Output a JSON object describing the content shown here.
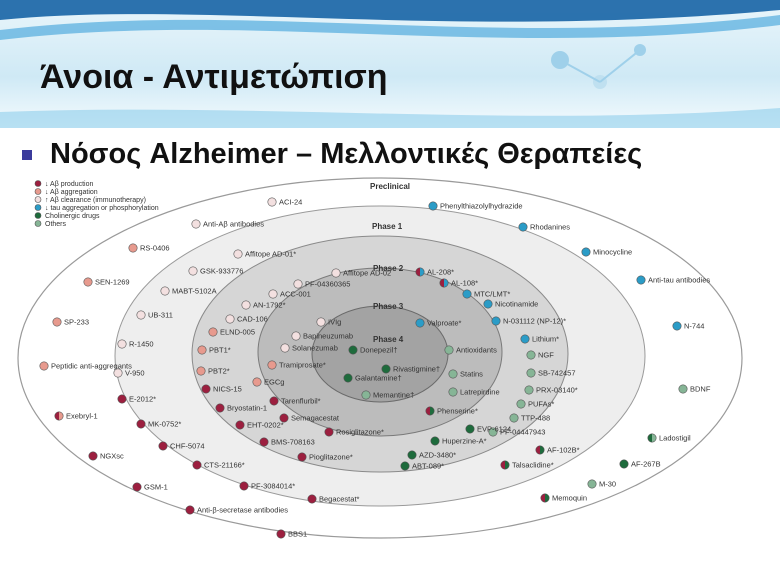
{
  "slide": {
    "title": "Άνοια - Αντιμετώπιση",
    "subtitle": "Νόσος Alzheimer – Μελλοντικές Θεραπείες"
  },
  "colors": {
    "abeta_production": "#9c1f3f",
    "abeta_aggregation": "#e79a8e",
    "abeta_clearance": "#f3e0e0",
    "tau": "#2b9cc7",
    "cholinergic": "#1e6b3c",
    "others": "#86b596"
  },
  "legend": [
    {
      "label": "↓ Aβ production",
      "cat": "abeta_production"
    },
    {
      "label": "↓ Aβ aggregation",
      "cat": "abeta_aggregation"
    },
    {
      "label": "↑ Aβ clearance (immunotherapy)",
      "cat": "abeta_clearance"
    },
    {
      "label": "↓ tau aggregation or phosphorylation",
      "cat": "tau"
    },
    {
      "label": "Cholinergic drugs",
      "cat": "cholinergic"
    },
    {
      "label": "Others",
      "cat": "others"
    }
  ],
  "phases": [
    "Preclinical",
    "Phase 1",
    "Phase 2",
    "Phase 3",
    "Phase 4"
  ],
  "drugs": [
    {
      "label": "ACI-24",
      "ring": "Preclinical",
      "cat": "abeta_clearance"
    },
    {
      "label": "Anti-Aβ antibodies",
      "ring": "Preclinical",
      "cat": "abeta_clearance"
    },
    {
      "label": "RS-0406",
      "ring": "Preclinical",
      "cat": "abeta_aggregation"
    },
    {
      "label": "SEN-1269",
      "ring": "Preclinical",
      "cat": "abeta_aggregation"
    },
    {
      "label": "SP-233",
      "ring": "Preclinical",
      "cat": "abeta_aggregation"
    },
    {
      "label": "Peptidic anti-aggregants",
      "ring": "Preclinical",
      "cat": "abeta_aggregation"
    },
    {
      "label": "Exebryl-1",
      "ring": "Preclinical",
      "cat": "abeta_production",
      "cat2": "abeta_aggregation"
    },
    {
      "label": "NGXsc",
      "ring": "Preclinical",
      "cat": "abeta_production"
    },
    {
      "label": "GSM-1",
      "ring": "Preclinical",
      "cat": "abeta_production"
    },
    {
      "label": "Anti-β-secretase antibodies",
      "ring": "Preclinical",
      "cat": "abeta_production"
    },
    {
      "label": "BBS1",
      "ring": "Preclinical",
      "cat": "abeta_production"
    },
    {
      "label": "Phenylthiazolylhydrazide",
      "ring": "Preclinical",
      "cat": "tau"
    },
    {
      "label": "Rhodanines",
      "ring": "Preclinical",
      "cat": "tau"
    },
    {
      "label": "Minocycline",
      "ring": "Preclinical",
      "cat": "tau"
    },
    {
      "label": "Anti-tau antibodies",
      "ring": "Preclinical",
      "cat": "tau"
    },
    {
      "label": "N-744",
      "ring": "Preclinical",
      "cat": "tau"
    },
    {
      "label": "BDNF",
      "ring": "Preclinical",
      "cat": "others"
    },
    {
      "label": "Ladostigil",
      "ring": "Preclinical",
      "cat": "cholinergic",
      "cat2": "others"
    },
    {
      "label": "AF-267B",
      "ring": "Preclinical",
      "cat": "cholinergic"
    },
    {
      "label": "M-30",
      "ring": "Preclinical",
      "cat": "others"
    },
    {
      "label": "Memoquin",
      "ring": "Preclinical",
      "cat": "abeta_production",
      "cat2": "cholinergic"
    },
    {
      "label": "Affitope AD-01*",
      "ring": "Phase 1",
      "cat": "abeta_clearance"
    },
    {
      "label": "GSK-933776",
      "ring": "Phase 1",
      "cat": "abeta_clearance"
    },
    {
      "label": "MABT-5102A",
      "ring": "Phase 1",
      "cat": "abeta_clearance"
    },
    {
      "label": "UB-311",
      "ring": "Phase 1",
      "cat": "abeta_clearance"
    },
    {
      "label": "R-1450",
      "ring": "Phase 1",
      "cat": "abeta_clearance"
    },
    {
      "label": "V-950",
      "ring": "Phase 1",
      "cat": "abeta_clearance"
    },
    {
      "label": "E-2012*",
      "ring": "Phase 1",
      "cat": "abeta_production"
    },
    {
      "label": "MK-0752*",
      "ring": "Phase 1",
      "cat": "abeta_production"
    },
    {
      "label": "CHF-5074",
      "ring": "Phase 1",
      "cat": "abeta_production"
    },
    {
      "label": "CTS-21166*",
      "ring": "Phase 1",
      "cat": "abeta_production"
    },
    {
      "label": "PF-3084014*",
      "ring": "Phase 1",
      "cat": "abeta_production"
    },
    {
      "label": "Begacestat*",
      "ring": "Phase 1",
      "cat": "abeta_production"
    },
    {
      "label": "AF-102B*",
      "ring": "Phase 1",
      "cat": "abeta_production",
      "cat2": "cholinergic"
    },
    {
      "label": "Talsaclidine*",
      "ring": "Phase 1",
      "cat": "abeta_production",
      "cat2": "cholinergic"
    },
    {
      "label": "Affitope AD-02",
      "ring": "Phase 2",
      "cat": "abeta_clearance"
    },
    {
      "label": "PF-04360365",
      "ring": "Phase 2",
      "cat": "abeta_clearance"
    },
    {
      "label": "ACC-001",
      "ring": "Phase 2",
      "cat": "abeta_clearance"
    },
    {
      "label": "AN-1792*",
      "ring": "Phase 2",
      "cat": "abeta_clearance"
    },
    {
      "label": "CAD-106",
      "ring": "Phase 2",
      "cat": "abeta_clearance"
    },
    {
      "label": "ELND-005",
      "ring": "Phase 2",
      "cat": "abeta_aggregation"
    },
    {
      "label": "PBT1*",
      "ring": "Phase 2",
      "cat": "abeta_aggregation"
    },
    {
      "label": "PBT2*",
      "ring": "Phase 2",
      "cat": "abeta_aggregation"
    },
    {
      "label": "NICS-15",
      "ring": "Phase 2",
      "cat": "abeta_production"
    },
    {
      "label": "Bryostatin-1",
      "ring": "Phase 2",
      "cat": "abeta_production"
    },
    {
      "label": "EHT-0202*",
      "ring": "Phase 2",
      "cat": "abeta_production"
    },
    {
      "label": "BMS-708163",
      "ring": "Phase 2",
      "cat": "abeta_production"
    },
    {
      "label": "Pioglitazone*",
      "ring": "Phase 2",
      "cat": "abeta_production"
    },
    {
      "label": "AL-208*",
      "ring": "Phase 2",
      "cat": "abeta_production",
      "cat2": "tau"
    },
    {
      "label": "AL-108*",
      "ring": "Phase 2",
      "cat": "abeta_production",
      "cat2": "tau"
    },
    {
      "label": "MTC/LMT*",
      "ring": "Phase 2",
      "cat": "tau"
    },
    {
      "label": "Nicotinamide",
      "ring": "Phase 2",
      "cat": "tau"
    },
    {
      "label": "N-031112 (NP-12)*",
      "ring": "Phase 2",
      "cat": "tau"
    },
    {
      "label": "Lithium*",
      "ring": "Phase 2",
      "cat": "tau"
    },
    {
      "label": "NGF",
      "ring": "Phase 2",
      "cat": "others"
    },
    {
      "label": "SB-742457",
      "ring": "Phase 2",
      "cat": "others"
    },
    {
      "label": "PRX-03140*",
      "ring": "Phase 2",
      "cat": "others"
    },
    {
      "label": "PUFAs*",
      "ring": "Phase 2",
      "cat": "others"
    },
    {
      "label": "TTP-488",
      "ring": "Phase 2",
      "cat": "others"
    },
    {
      "label": "PF-04447943",
      "ring": "Phase 2",
      "cat": "others"
    },
    {
      "label": "EVP-6124",
      "ring": "Phase 2",
      "cat": "cholinergic"
    },
    {
      "label": "Huperzine-A*",
      "ring": "Phase 2",
      "cat": "cholinergic"
    },
    {
      "label": "AZD-3480*",
      "ring": "Phase 2",
      "cat": "cholinergic"
    },
    {
      "label": "ABT-089*",
      "ring": "Phase 2",
      "cat": "cholinergic"
    },
    {
      "label": "IVIg",
      "ring": "Phase 3",
      "cat": "abeta_clearance"
    },
    {
      "label": "Bapineuzumab",
      "ring": "Phase 3",
      "cat": "abeta_clearance"
    },
    {
      "label": "Solanezumab",
      "ring": "Phase 3",
      "cat": "abeta_clearance"
    },
    {
      "label": "Tramiprosate*",
      "ring": "Phase 3",
      "cat": "abeta_aggregation"
    },
    {
      "label": "EGCg",
      "ring": "Phase 3",
      "cat": "abeta_aggregation"
    },
    {
      "label": "Tarenflurbil*",
      "ring": "Phase 3",
      "cat": "abeta_production"
    },
    {
      "label": "Semagacestat",
      "ring": "Phase 3",
      "cat": "abeta_production"
    },
    {
      "label": "Rosiglitazone*",
      "ring": "Phase 3",
      "cat": "abeta_production"
    },
    {
      "label": "Valproate*",
      "ring": "Phase 3",
      "cat": "tau"
    },
    {
      "label": "Antioxidants",
      "ring": "Phase 3",
      "cat": "others"
    },
    {
      "label": "Statins",
      "ring": "Phase 3",
      "cat": "others"
    },
    {
      "label": "Latrepirdine",
      "ring": "Phase 3",
      "cat": "others"
    },
    {
      "label": "Phenserine*",
      "ring": "Phase 3",
      "cat": "abeta_production",
      "cat2": "cholinergic"
    },
    {
      "label": "Donepezil†",
      "ring": "Phase 4",
      "cat": "cholinergic"
    },
    {
      "label": "Rivastigmine†",
      "ring": "Phase 4",
      "cat": "cholinergic"
    },
    {
      "label": "Galantamine†",
      "ring": "Phase 4",
      "cat": "cholinergic"
    },
    {
      "label": "Memantine†",
      "ring": "Phase 4",
      "cat": "others"
    }
  ]
}
